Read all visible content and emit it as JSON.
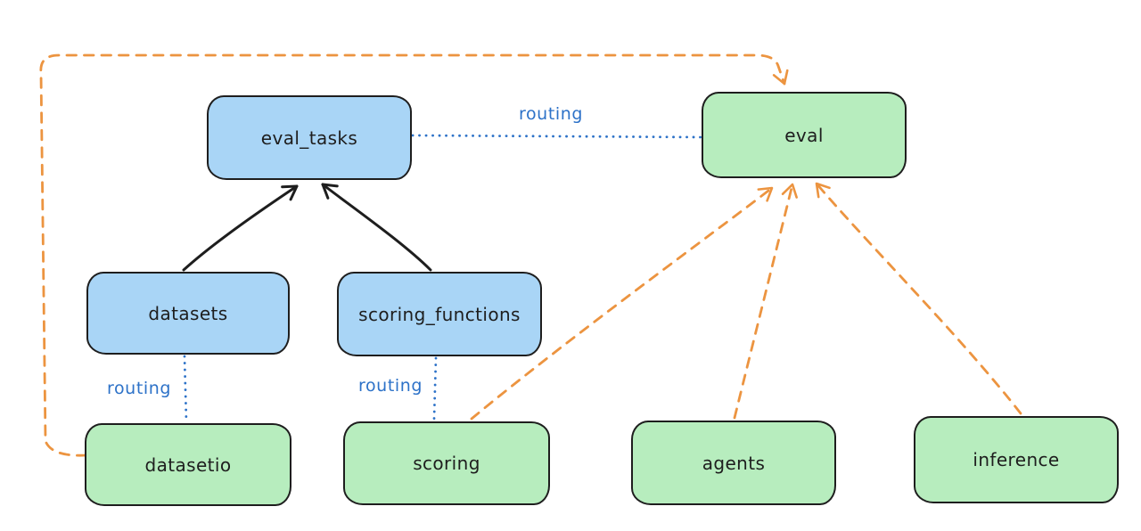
{
  "colors": {
    "background": "#ffffff",
    "node_stroke": "#1e1e1e",
    "node_blue_fill": "#a9d5f6",
    "node_green_fill": "#b7edbe",
    "routing_blue": "#2d72c8",
    "orange": "#ec9440",
    "arrow_black": "#1e1e1e"
  },
  "nodes": [
    {
      "id": "eval_tasks",
      "label": "eval_tasks",
      "color": "blue"
    },
    {
      "id": "eval",
      "label": "eval",
      "color": "green"
    },
    {
      "id": "datasets",
      "label": "datasets",
      "color": "blue"
    },
    {
      "id": "scoring_functions",
      "label": "scoring_functions",
      "color": "blue"
    },
    {
      "id": "datasetio",
      "label": "datasetio",
      "color": "green"
    },
    {
      "id": "scoring",
      "label": "scoring",
      "color": "green"
    },
    {
      "id": "agents",
      "label": "agents",
      "color": "green"
    },
    {
      "id": "inference",
      "label": "inference",
      "color": "green"
    }
  ],
  "edges": [
    {
      "from": "datasets",
      "to": "eval_tasks",
      "style": "solid",
      "color": "black",
      "arrow": true
    },
    {
      "from": "scoring_functions",
      "to": "eval_tasks",
      "style": "solid",
      "color": "black",
      "arrow": true
    },
    {
      "from": "eval_tasks",
      "to": "eval",
      "style": "dotted",
      "color": "blue",
      "arrow": false,
      "label": "routing"
    },
    {
      "from": "datasets",
      "to": "datasetio",
      "style": "dotted",
      "color": "blue",
      "arrow": false,
      "label": "routing"
    },
    {
      "from": "scoring_functions",
      "to": "scoring",
      "style": "dotted",
      "color": "blue",
      "arrow": false,
      "label": "routing"
    },
    {
      "from": "datasetio",
      "to": "eval",
      "style": "dashed",
      "color": "orange",
      "arrow": true
    },
    {
      "from": "scoring",
      "to": "eval",
      "style": "dashed",
      "color": "orange",
      "arrow": true
    },
    {
      "from": "agents",
      "to": "eval",
      "style": "dashed",
      "color": "orange",
      "arrow": true
    },
    {
      "from": "inference",
      "to": "eval",
      "style": "dashed",
      "color": "orange",
      "arrow": true
    }
  ]
}
